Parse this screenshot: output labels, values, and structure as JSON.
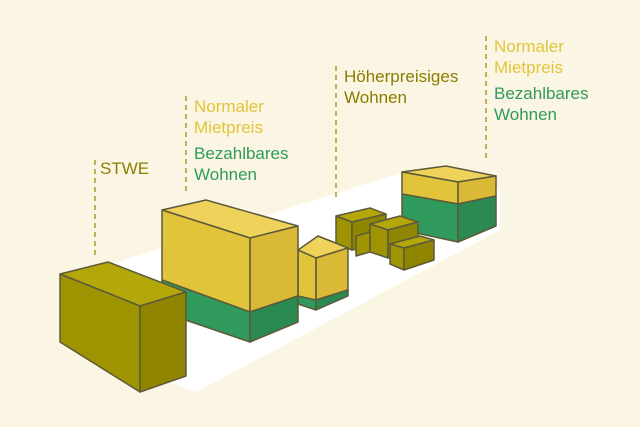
{
  "colors": {
    "background": "#FBF6E3",
    "outline": "#5C5A3A",
    "olive": "#9E9300",
    "olive_label": "#8A7D00",
    "yellow": "#E2C43B",
    "green": "#2F9A5B",
    "ground": "#FFFFFF"
  },
  "labels": {
    "stwe": "STWE",
    "block2_yellow": [
      "Normaler",
      "Mietpreis"
    ],
    "block2_green": [
      "Bezahlbares",
      "Wohnen"
    ],
    "block3_olive": [
      "Höherpreisiges",
      "Wohnen"
    ],
    "block4_yellow": [
      "Normaler",
      "Mietpreis"
    ],
    "block4_green": [
      "Bezahlbares",
      "Wohnen"
    ]
  }
}
